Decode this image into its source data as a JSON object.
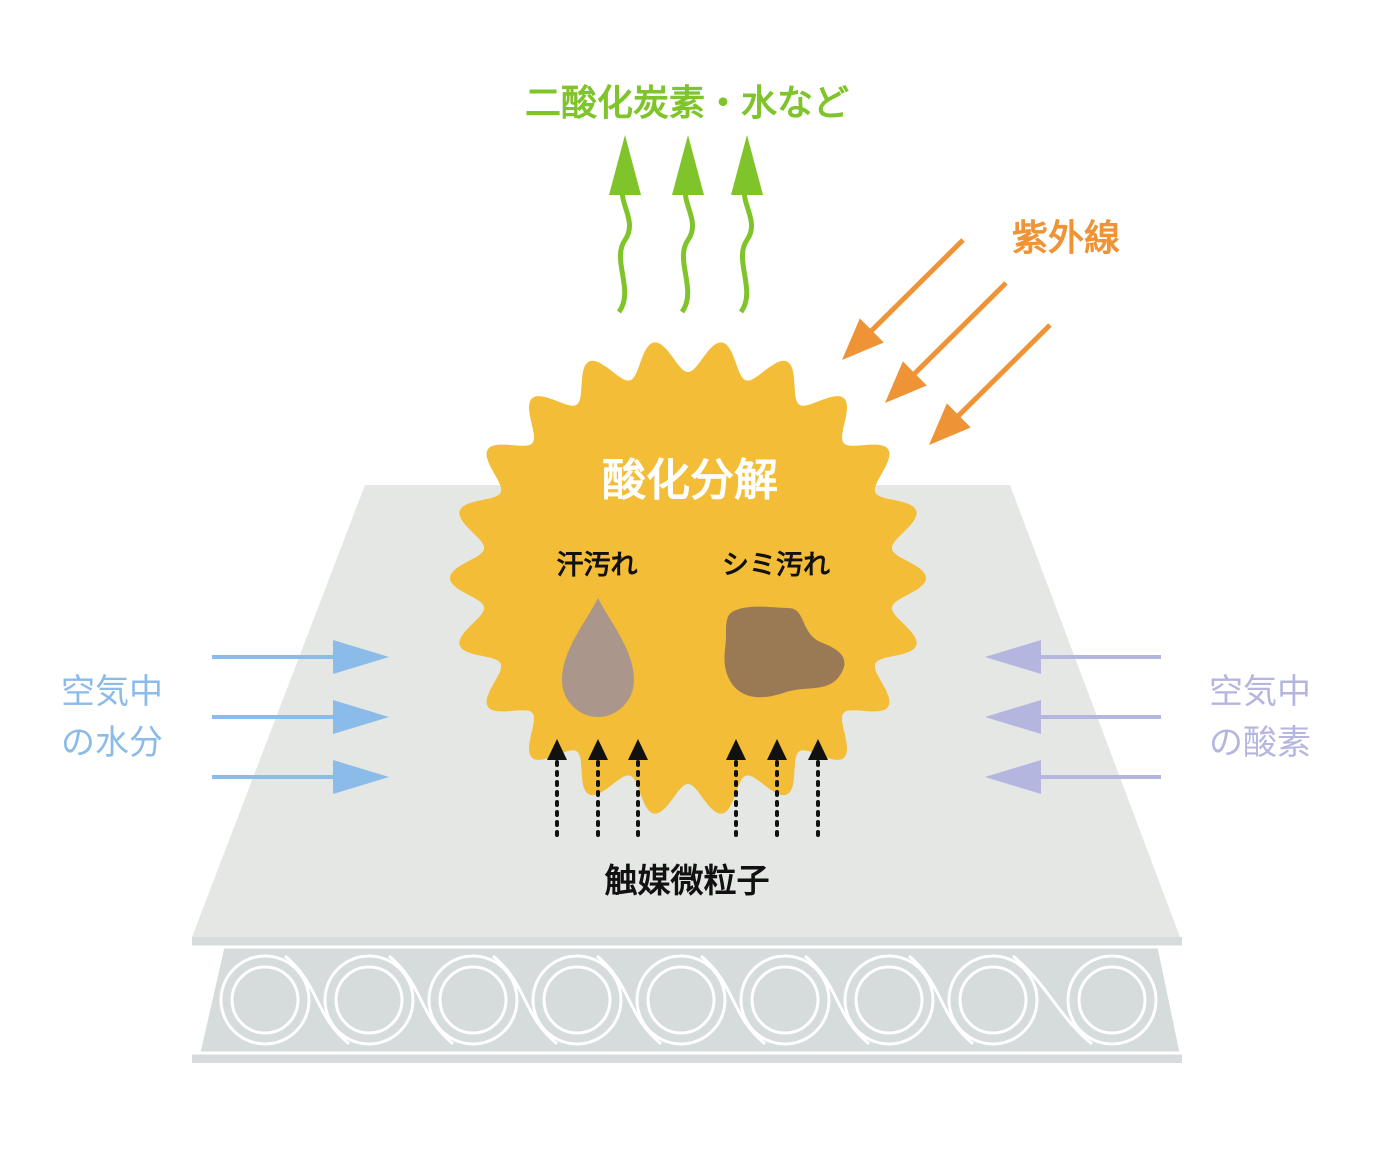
{
  "labels": {
    "products": "二酸化炭素・水など",
    "uv": "紫外線",
    "reaction": "酸化分解",
    "sweat_stain": "汗汚れ",
    "spot_stain": "シミ汚れ",
    "catalyst": "触媒微粒子",
    "moisture_line1": "空気中",
    "moisture_line2": "の水分",
    "oxygen_line1": "空気中",
    "oxygen_line2": "の酸素"
  },
  "colors": {
    "green": "#7fc42a",
    "orange": "#ee9436",
    "sun": "#f3bd37",
    "board": "#e4e7e4",
    "fiber": "#d5dcdb",
    "blue": "#8bbbe8",
    "lavender": "#b4b6df",
    "drop": "#aa968a",
    "blob": "#9a7a55",
    "black": "#111111",
    "white": "#ffffff"
  },
  "icons": {
    "products_arrows": "wavy-up-arrow",
    "uv_arrows": "diagonal-arrow",
    "moisture_arrows": "right-arrow",
    "oxygen_arrows": "left-arrow",
    "catalyst_arrows": "dotted-up-arrow",
    "sweat": "droplet",
    "spot": "blob"
  }
}
